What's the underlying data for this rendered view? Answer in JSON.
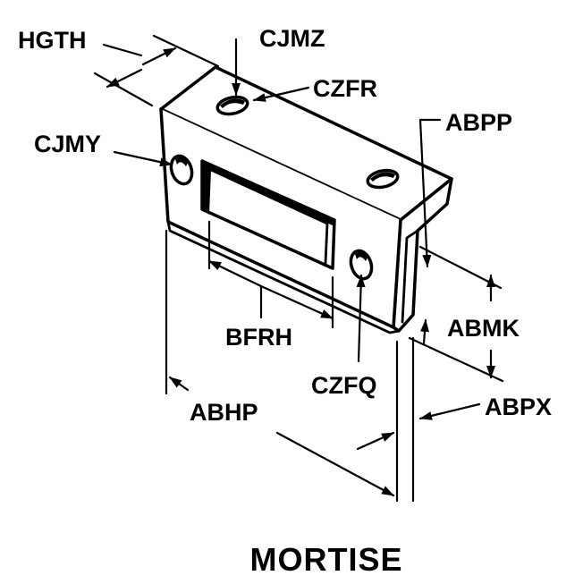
{
  "figure": {
    "caption": "MORTISE",
    "callouts": {
      "hgth": "HGTH",
      "cjmz": "CJMZ",
      "czfr": "CZFR",
      "abpp": "ABPP",
      "cjmy": "CJMY",
      "bfrh": "BFRH",
      "abmk": "ABMK",
      "czfq": "CZFQ",
      "abhp": "ABHP",
      "abpx": "ABPX"
    }
  },
  "colors": {
    "ink": "#000000",
    "background": "#ffffff"
  }
}
